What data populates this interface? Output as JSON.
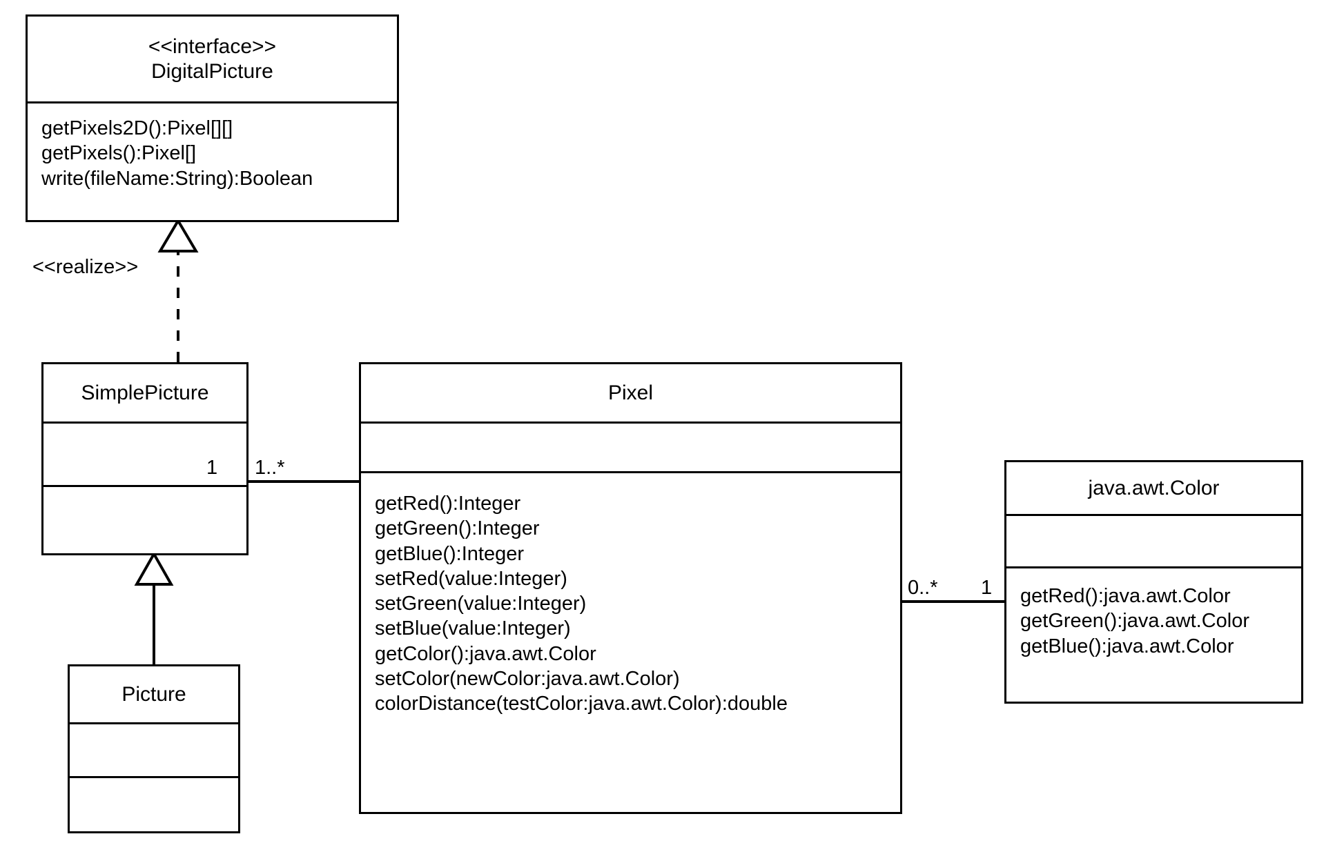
{
  "diagram": {
    "kind": "uml-class-diagram",
    "background": "#ffffff",
    "line_color": "#000000",
    "classes": {
      "digital_picture": {
        "stereotype": "<<interface>>",
        "name": "DigitalPicture",
        "attributes": [],
        "operations": [
          "getPixels2D():Pixel[][]",
          "getPixels():Pixel[]",
          "write(fileName:String):Boolean"
        ]
      },
      "simple_picture": {
        "stereotype": "",
        "name": "SimplePicture",
        "attributes": [],
        "operations": []
      },
      "picture": {
        "stereotype": "",
        "name": "Picture",
        "attributes": [],
        "operations": []
      },
      "pixel": {
        "stereotype": "",
        "name": "Pixel",
        "attributes": [],
        "operations": [
          "getRed():Integer",
          "getGreen():Integer",
          "getBlue():Integer",
          "setRed(value:Integer)",
          "setGreen(value:Integer)",
          "setBlue(value:Integer)",
          "getColor():java.awt.Color",
          "setColor(newColor:java.awt.Color)",
          "colorDistance(testColor:java.awt.Color):double"
        ]
      },
      "java_awt_color": {
        "stereotype": "",
        "name": "java.awt.Color",
        "attributes": [],
        "operations": [
          "getRed():java.awt.Color",
          "getGreen():java.awt.Color",
          "getBlue():java.awt.Color"
        ]
      }
    },
    "relationships": {
      "realize": {
        "label": "<<realize>>",
        "from": "SimplePicture",
        "to": "DigitalPicture",
        "style": "dashed",
        "arrow": "hollow-triangle"
      },
      "generalization": {
        "label": "",
        "from": "Picture",
        "to": "SimplePicture",
        "style": "solid",
        "arrow": "hollow-triangle"
      },
      "association_simplepicture_pixel": {
        "source_multiplicity": "1",
        "target_multiplicity": "1..*",
        "from": "SimplePicture",
        "to": "Pixel",
        "style": "solid",
        "arrow": "none"
      },
      "association_pixel_color": {
        "source_multiplicity": "0..*",
        "target_multiplicity": "1",
        "from": "Pixel",
        "to": "java.awt.Color",
        "style": "solid",
        "arrow": "none"
      }
    }
  }
}
